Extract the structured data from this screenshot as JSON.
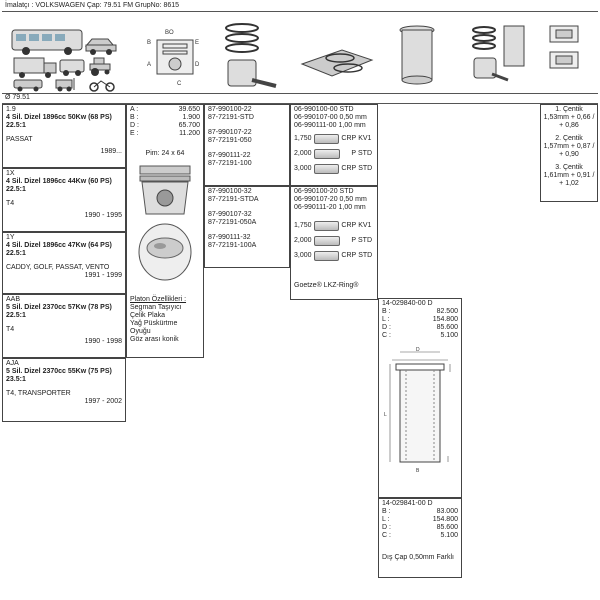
{
  "header": {
    "text": "İmalatçı : VOLKSWAGEN   Çap: 79.51  FM GrupNo: 8615"
  },
  "diameter": {
    "text": "79.51"
  },
  "vehicles": [
    {
      "code": "1.9",
      "engine": "4 Sil.  Dizel 1896cc 50Kw (68 PS) 22.5:1",
      "models": "PASSAT",
      "years": "1989..."
    },
    {
      "code": "1X",
      "engine": "4 Sil.  Dizel 1896cc 44Kw (60 PS) 22.5:1",
      "models": "T4",
      "years": "1990 - 1995"
    },
    {
      "code": "1Y",
      "engine": "4 Sil.  Dizel 1896cc 47Kw (64 PS) 22.5:1",
      "models": "CADDY, GOLF, PASSAT, VENTO",
      "years": "1991 - 1999"
    },
    {
      "code": "AAB",
      "engine": "5 Sil.  Dizel 2370cc 57Kw (78 PS) 22.5:1",
      "models": "T4",
      "years": "1990 - 1998"
    },
    {
      "code": "AJA",
      "engine": "5 Sil.  Dizel 2370cc 55Kw (75 PS) 23.5:1",
      "models": "T4, TRANSPORTER",
      "years": "1997 - 2002"
    }
  ],
  "piston_dims": [
    {
      "label": "A :",
      "value": "39.650"
    },
    {
      "label": "B :",
      "value": "1.900"
    },
    {
      "label": "D :",
      "value": "65.700"
    },
    {
      "label": "E :",
      "value": "11.200"
    }
  ],
  "pim": "Pim: 24 x 64",
  "platon": {
    "title": "Platon Özellikleri :",
    "lines": [
      "Segman Taşıyıcı",
      "Çelik Plaka",
      "Yağ Püskürtme",
      "Oyuğu",
      "Göz arası konik"
    ]
  },
  "part_groups": [
    {
      "lines": [
        "87-990100-22",
        "87-72191-STD",
        "",
        "87-990107-22",
        "87-72191-050",
        "",
        "87-990111-22",
        "87-72191-100"
      ]
    },
    {
      "lines": [
        "87-990100-32",
        "87-72191-STDA",
        "",
        "87-990107-32",
        "87-72191-050A",
        "",
        "87-990111-32",
        "87-72191-100A"
      ]
    }
  ],
  "ring_groups": [
    {
      "lines": [
        "06-990100-00 STD",
        "06-990107-00 0,50 mm",
        "06-990111-00 1,00 mm"
      ],
      "rings": [
        {
          "num": "1,750",
          "a": "CRP",
          "b": "KV1"
        },
        {
          "num": "2,000",
          "a": "P",
          "b": "STD"
        },
        {
          "num": "3,000",
          "a": "CRP",
          "b": "STD"
        }
      ]
    },
    {
      "lines": [
        "06-990100-20 STD",
        "06-990107-20 0,50 mm",
        "06-990111-20 1,00 mm"
      ],
      "rings": [
        {
          "num": "1,750",
          "a": "CRP",
          "b": "KV1"
        },
        {
          "num": "2,000",
          "a": "P",
          "b": "STD"
        },
        {
          "num": "3,000",
          "a": "CRP",
          "b": "STD"
        }
      ]
    }
  ],
  "ring_footer": "Goetze® LKZ-Ring®",
  "cylinders": [
    {
      "part": "14-029840-00 D",
      "dims": [
        {
          "label": "B :",
          "value": "82.500"
        },
        {
          "label": "L :",
          "value": "154.800"
        },
        {
          "label": "D :",
          "value": "85.600"
        },
        {
          "label": "C :",
          "value": "5.100"
        }
      ],
      "note": ""
    },
    {
      "part": "14-029841-00 D",
      "dims": [
        {
          "label": "B :",
          "value": "83.000"
        },
        {
          "label": "L :",
          "value": "154.800"
        },
        {
          "label": "D :",
          "value": "85.600"
        },
        {
          "label": "C :",
          "value": "5.100"
        }
      ],
      "note": "Dış Çap 0,50mm Farklı"
    }
  ],
  "centik": [
    {
      "title": "1. Çentik",
      "value": "1,53mm + 0,66 / + 0,86"
    },
    {
      "title": "2. Çentik",
      "value": "1,57mm + 0,87 / + 0,90"
    },
    {
      "title": "3. Çentik",
      "value": "1,61mm + 0,91 / + 1,02"
    }
  ],
  "diagram_labels": [
    "A",
    "B",
    "C",
    "D",
    "E",
    "BO",
    "D",
    "L",
    "B"
  ]
}
